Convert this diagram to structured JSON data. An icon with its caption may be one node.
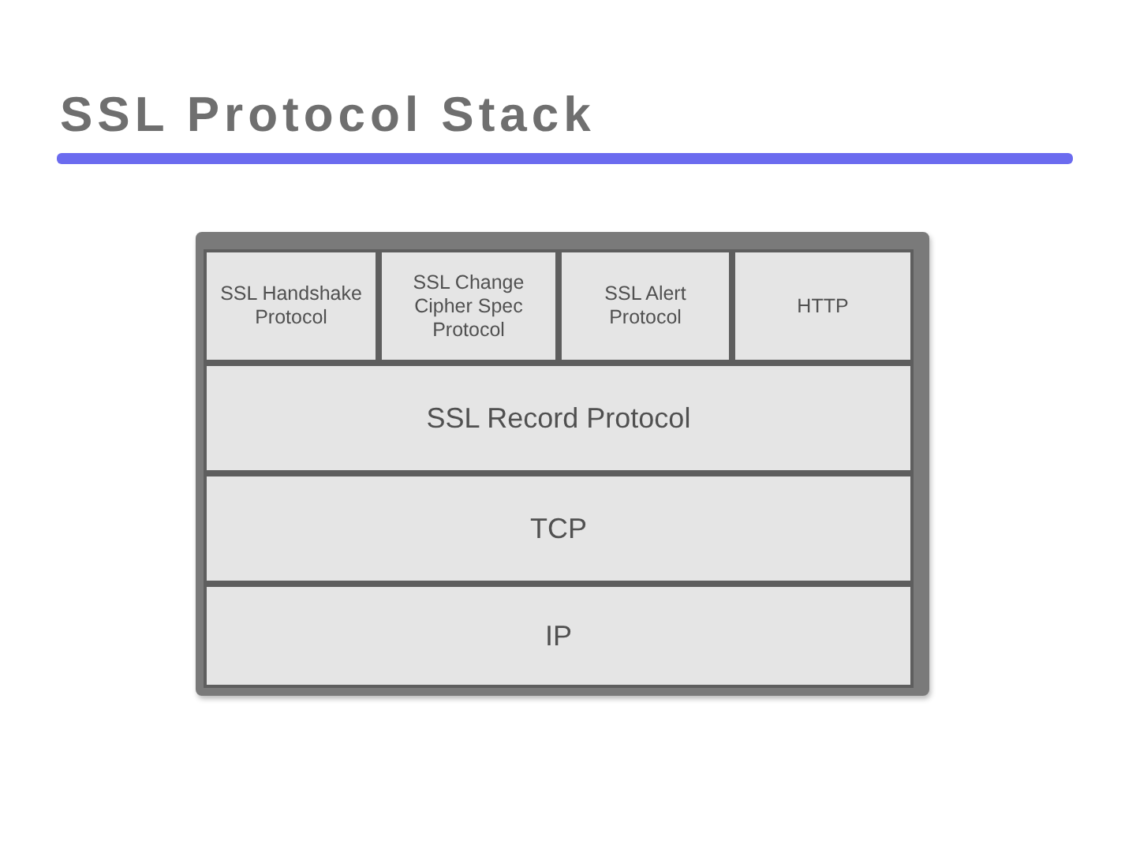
{
  "diagram": {
    "title": "SSL Protocol Stack",
    "nodes": [
      {
        "text": [
          "SSL Handshake Protocol"
        ]
      },
      {
        "text": [
          "SSL Change Cipher Spec Protocol"
        ]
      },
      {
        "text": [
          "SSL Alert Protocol"
        ]
      },
      {
        "text": [
          "HTTP"
        ]
      },
      {
        "text": [
          "SSL Record Protocol"
        ]
      },
      {
        "text": [
          "TCP"
        ]
      },
      {
        "text": [
          "IP"
        ]
      }
    ]
  }
}
